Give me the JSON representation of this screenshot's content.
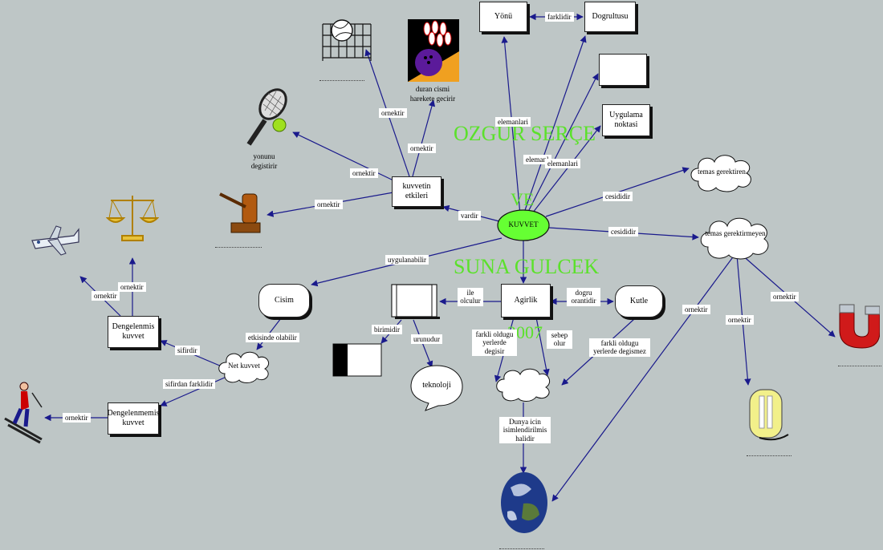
{
  "watermark": {
    "author1": "OZGUR SERÇE",
    "conj": "VE",
    "author2": "SUNA GULCEK",
    "year": "2007"
  },
  "nodes": {
    "kuvvet": "KUVVET",
    "yonu": "Yönü",
    "dogrultusu": "Dogrultusu",
    "uygulama": "Uygulama noktasi",
    "kuvvetin_etkileri": "kuvvetin etkileri",
    "temas_gerektiren": "temas gerektiren",
    "temas_gerektirmeyen": "temas gerektirmeyen",
    "cisim": "Cisim",
    "net_kuvvet": "Net kuvvet",
    "dengelenmis": "Dengelenmis kuvvet",
    "dengelenmemis": "Dengelenmemis kuvvet",
    "agirlik": "Agirlik",
    "kutle": "Kutle",
    "teknoloji": "teknoloji",
    "dunya": "Dunya icin isimlendirilmis halidir"
  },
  "captions": {
    "bowling": "duran cismi harekete gecirir",
    "tennis": "yonunu degistirir"
  },
  "links": {
    "farklidir": "farklidir",
    "elemanlari1": "elemanlari",
    "elemanlari2": "elemanl",
    "elemanlari3": "elemanlari",
    "cesididir1": "cesididir",
    "cesididir2": "cesididir",
    "vardir": "vardir",
    "uygulanabilir": "uygulanabilir",
    "ornektir_volley": "ornektir",
    "ornektir_bowling": "ornektir",
    "ornektir_tennis": "ornektir",
    "ornektir_hammer": "ornektir",
    "ornektir_plane": "ornektir",
    "ornektir_scale": "ornektir",
    "ornektir_skier": "ornektir",
    "ornektir_earth": "ornektir",
    "ornektir_iron": "ornektir",
    "ornektir_magnet": "ornektir",
    "etkisinde": "etkisinde olabilir",
    "sifirdir": "sifirdir",
    "sifirdan": "sifirdan farklidir",
    "ile_olculur": "ile olculur",
    "dogru_orantilidir": "dogru orantidir",
    "birimidir": "birimidir",
    "urunudur": "urunudur",
    "farkli_agirlik": "farkli oldugu yerlerde degisir",
    "sebep_olur": "sebep olur",
    "farkli_kutle": "farkli oldugu yerlerde degismez"
  },
  "colors": {
    "background": "#bec6c6",
    "arrow": "#1a1a8c",
    "kuvvet_fill": "#66ff33",
    "watermark": "#5be12b"
  }
}
